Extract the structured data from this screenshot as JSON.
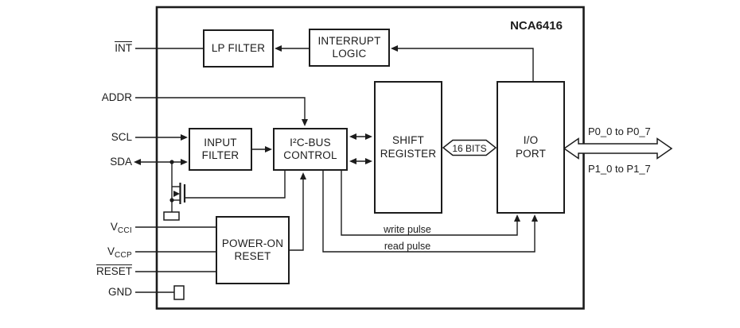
{
  "title": "NCA6416",
  "pins": {
    "int": "INT",
    "addr": "ADDR",
    "scl": "SCL",
    "sda": "SDA",
    "vcci": {
      "base": "V",
      "sub": "CCI"
    },
    "vccp": {
      "base": "V",
      "sub": "CCP"
    },
    "reset": "RESET",
    "gnd": "GND"
  },
  "blocks": {
    "lp_filter": "LP FILTER",
    "interrupt_logic": "INTERRUPT\nLOGIC",
    "input_filter": "INPUT\nFILTER",
    "i2c_bus_control": "I²C-BUS\nCONTROL",
    "shift_register": "SHIFT\nREGISTER",
    "io_port": "I/O\nPORT",
    "power_on_reset": "POWER-ON\nRESET"
  },
  "buses": {
    "bits16": "16 BITS",
    "port0": "P0_0 to P0_7",
    "port1": "P1_0 to P1_7"
  },
  "signals": {
    "write_pulse": "write pulse",
    "read_pulse": "read pulse"
  },
  "colors": {
    "line": "#1c1c1c",
    "background": "#ffffff"
  }
}
